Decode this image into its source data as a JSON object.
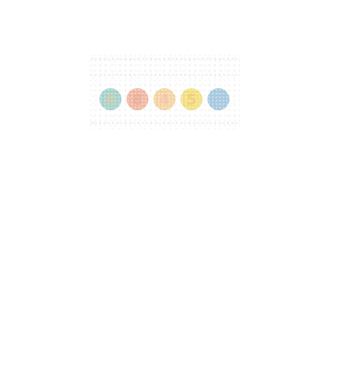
{
  "plates": [
    {
      "digit": "6",
      "bg": "#a9d3cf",
      "fg": "#e9c98a"
    },
    {
      "digit": "8",
      "bg": "#f1b9a6",
      "fg": "#e8a88f"
    },
    {
      "digit": "4",
      "bg": "#f6d5a4",
      "fg": "#f3b7b7"
    },
    {
      "digit": "5",
      "bg": "#f3e184",
      "fg": "#f2c06e"
    },
    {
      "digit": "",
      "bg": "#a9cbe0",
      "fg": "#a9cbe0"
    }
  ]
}
